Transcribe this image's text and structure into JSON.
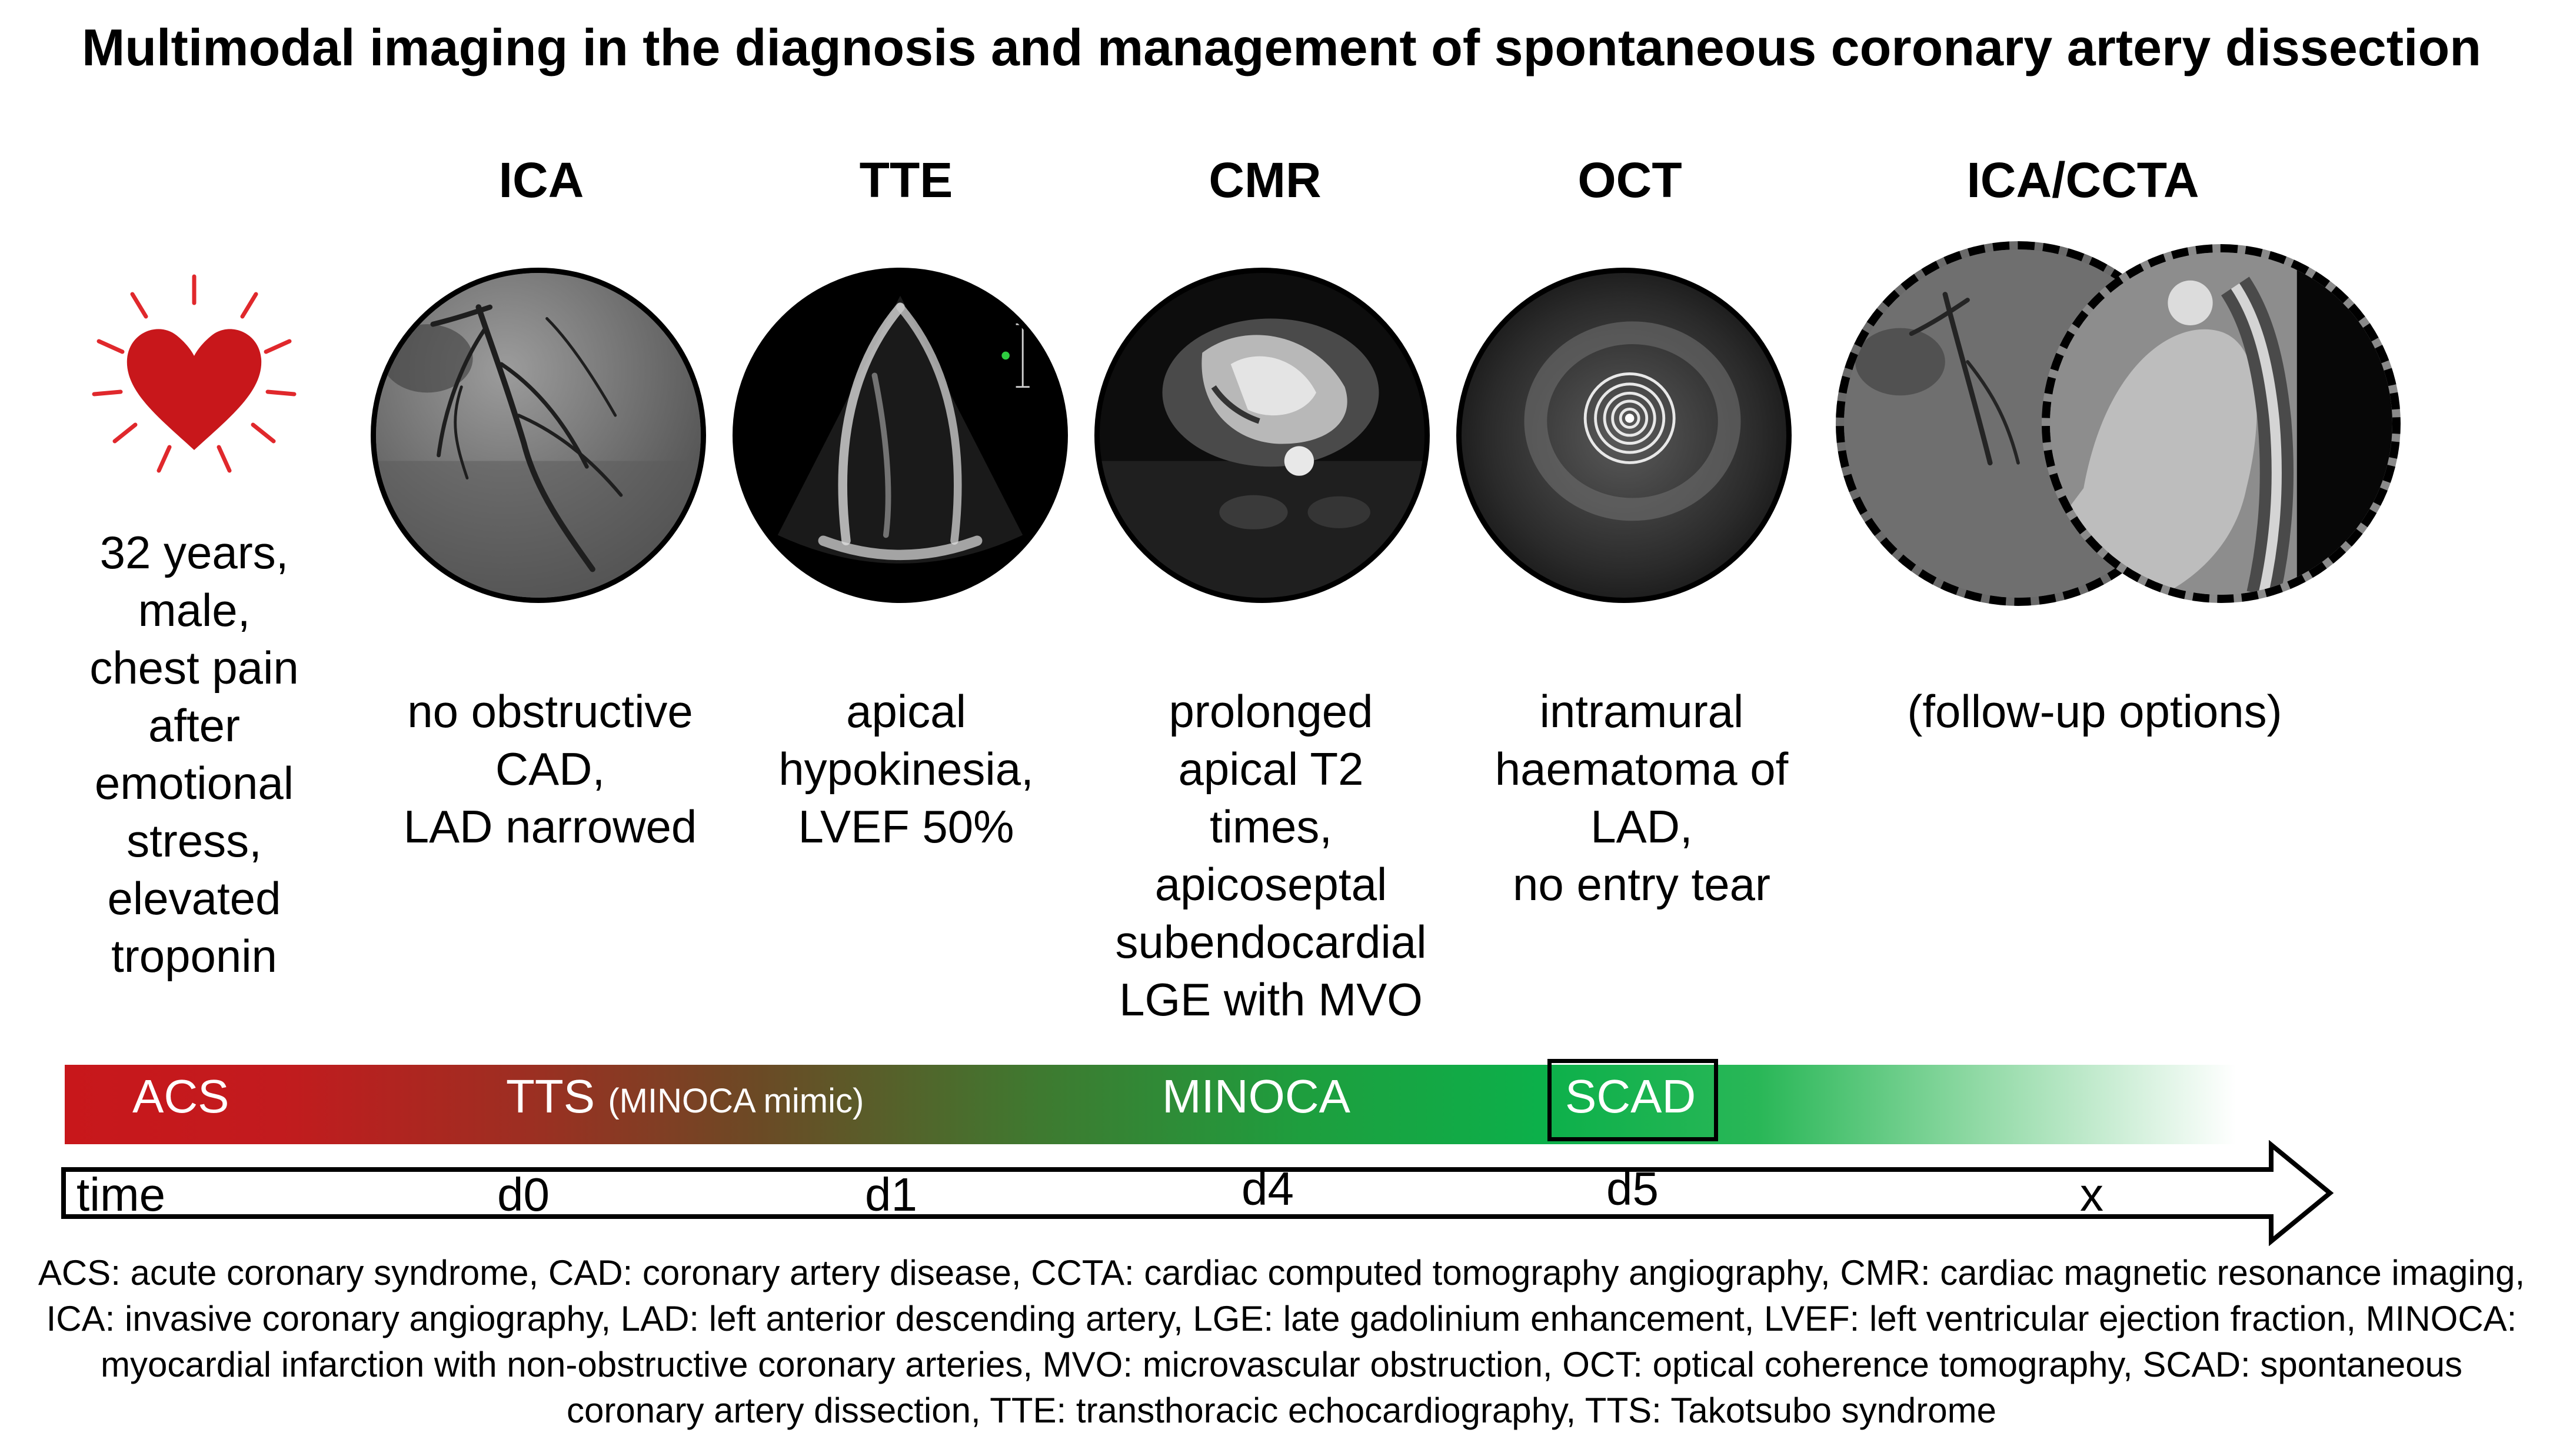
{
  "title": "Multimodal imaging in the diagnosis and management of spontaneous coronary artery dissection",
  "patient": {
    "icon": "heart-icon",
    "description": "32 years,\nmale,\nchest pain\nafter\nemotional\nstress,\nelevated\ntroponin"
  },
  "columns": [
    {
      "heading": "ICA",
      "description": "no obstructive\nCAD,\nLAD narrowed"
    },
    {
      "heading": "TTE",
      "description": "apical\nhypokinesia,\nLVEF 50%"
    },
    {
      "heading": "CMR",
      "description": "prolonged\napical T2\ntimes,\napicoseptal\nsubendocardial\nLGE with MVO"
    },
    {
      "heading": "OCT",
      "description": "intramural\nhaematoma of\nLAD,\nno entry tear"
    },
    {
      "heading": "ICA/CCTA",
      "description": "(follow-up options)"
    }
  ],
  "band": {
    "acs": "ACS",
    "tts": "TTS",
    "tts_note": "(MINOCA mimic)",
    "minoca": "MINOCA",
    "scad": "SCAD",
    "colors": {
      "start": "#c8171b",
      "middle": "#0cb04a",
      "end": "#ffffff"
    }
  },
  "timeline": {
    "label": "time",
    "ticks": [
      "d0",
      "d1",
      "d4",
      "d5",
      "x"
    ]
  },
  "footnote": "ACS: acute coronary syndrome, CAD: coronary artery disease, CCTA: cardiac computed tomography angiography, CMR: cardiac magnetic resonance imaging, ICA: invasive coronary angiography, LAD: left anterior descending artery, LGE: late gadolinium enhancement, LVEF: left ventricular ejection fraction, MINOCA: myocardial infarction with non-obstructive coronary arteries, MVO: microvascular obstruction, OCT: optical coherence tomography, SCAD: spontaneous coronary artery dissection, TTE: transthoracic echocardiography, TTS: Takotsubo syndrome"
}
